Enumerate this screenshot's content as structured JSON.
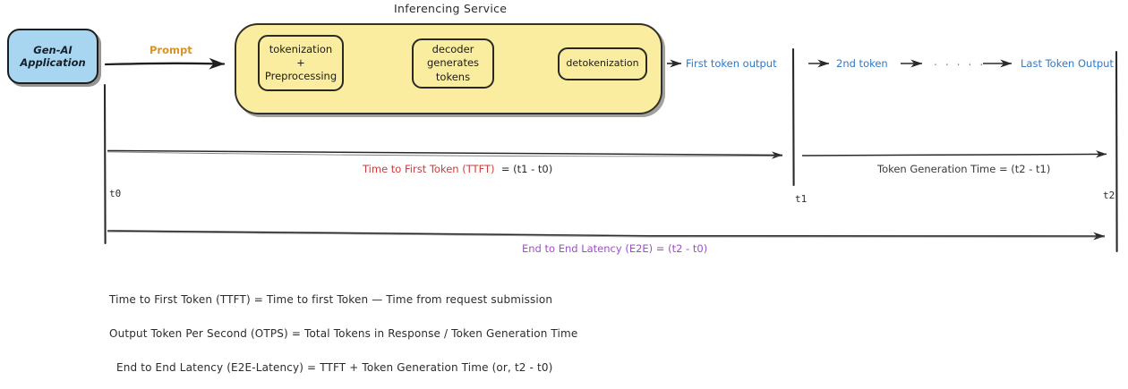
{
  "diagram": {
    "title": "Inferencing Service",
    "application": {
      "label": "Gen-AI\nApplication",
      "color": "#a8d6f0"
    },
    "prompt_label": "Prompt",
    "prompt_color": "#d6932c",
    "stages": [
      {
        "name": "tokenization-preprocessing",
        "label": "tokenization\n+\nPreprocessing"
      },
      {
        "name": "decoder-generates-tokens",
        "label": "decoder\ngenerates\ntokens"
      },
      {
        "name": "detokenization",
        "label": "detokenization"
      }
    ],
    "stage_color": "#fbeda0",
    "token_outputs": [
      {
        "name": "first-token-output",
        "label": "First token output"
      },
      {
        "name": "second-token",
        "label": "2nd token"
      },
      {
        "name": "ellipsis",
        "label": ". . . . ."
      },
      {
        "name": "last-token-output",
        "label": "Last Token Output"
      }
    ],
    "token_color": "#2f79c9",
    "timeline": {
      "ticks": [
        {
          "name": "t0",
          "label": "t0"
        },
        {
          "name": "t1",
          "label": "t1"
        },
        {
          "name": "t2",
          "label": "t2"
        }
      ],
      "metrics": [
        {
          "name": "time-to-first-token",
          "label": "Time to First Token (TTFT)",
          "equation": "= (t1 - t0)",
          "color": "#d03b3b"
        },
        {
          "name": "token-generation-time",
          "label": "Token Generation Time = (t2 - t1)",
          "color": "#3a3a3a"
        },
        {
          "name": "end-to-end-latency",
          "label": "End to End Latency (E2E) = (t2 - t0)",
          "color": "#9c4fc4"
        }
      ]
    },
    "definitions": [
      "Time to First Token (TTFT) = Time to first Token — Time from request submission",
      "Output Token Per Second (OTPS) = Total Tokens in Response / Token Generation Time",
      "End to End Latency (E2E-Latency) = TTFT + Token Generation Time (or, t2 - t0)"
    ]
  }
}
